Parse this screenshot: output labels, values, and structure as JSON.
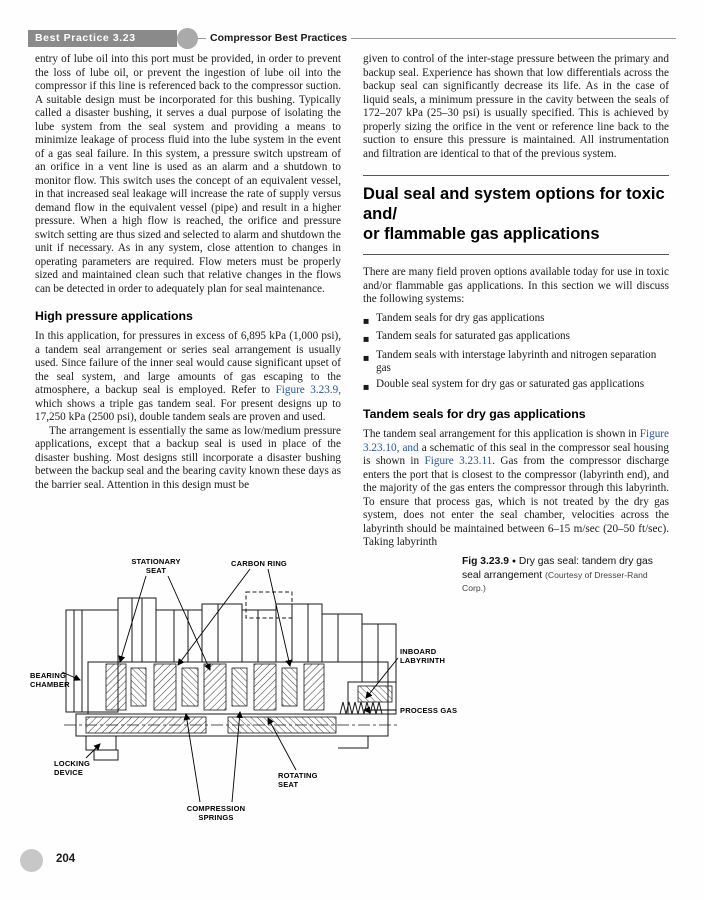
{
  "header": {
    "badge": "Best Practice 3.23",
    "title": "Compressor Best Practices"
  },
  "page_number": "204",
  "colors": {
    "header_bar": "#8a8a8a",
    "link_blue": "#2456a4"
  },
  "left": {
    "para1": "entry of lube oil into this port must be provided, in order to prevent the loss of lube oil, or prevent the ingestion of lube oil into the compressor if this line is referenced back to the compressor suction. A suitable design must be incorporated for this bushing. Typically called a disaster bushing, it serves a dual purpose of isolating the lube system from the seal system and providing a means to minimize leakage of process fluid into the lube system in the event of a gas seal failure. In this system, a pressure switch upstream of an orifice in a vent line is used as an alarm and a shutdown to monitor flow. This switch uses the concept of an equivalent vessel, in that increased seal leakage will increase the rate of supply versus demand flow in the equivalent vessel (pipe) and result in a higher pressure. When a high flow is reached, the orifice and pressure switch setting are thus sized and selected to alarm and shutdown the unit if necessary. As in any system, close attention to changes in operating parameters are required. Flow meters must be properly sized and maintained clean such that relative changes in the flows can be detected in order to adequately plan for seal maintenance.",
    "heading": "High pressure applications",
    "para2": {
      "seg1": "In this application, for pressures in excess of 6,895 kPa (1,000 psi), a tandem seal arrangement or series seal arrangement is usually used. Since failure of the inner seal would cause significant upset of the seal system, and large amounts of gas escaping to the atmosphere, a backup seal is employed. Refer to ",
      "link1": "Figure 3.23.9,",
      "seg2": " which shows a triple gas tandem seal. For present designs up to 17,250 kPa (2500 psi), double tandem seals are proven and used."
    },
    "para3": "The arrangement is essentially the same as low/medium pressure applications, except that a backup seal is used in place of the disaster bushing. Most designs still incorporate a disaster bushing between the backup seal and the bearing cavity known these days as the barrier seal. Attention in this design must be"
  },
  "right": {
    "para1": "given to control of the inter-stage pressure between the primary and backup seal. Experience has shown that low differentials across the backup seal can significantly decrease its life. As in the case of liquid seals, a minimum pressure in the cavity between the seals of 172–207 kPa (25–30 psi) is usually specified. This is achieved by properly sizing the orifice in the vent or reference line back to the suction to ensure this pressure is maintained. All instrumentation and filtration are identical to that of the previous system.",
    "section_heading_line1": "Dual seal and system options for toxic and/",
    "section_heading_line2": "or flammable gas applications",
    "para2": "There are many field proven options available today for use in toxic and/or flammable gas applications. In this section we will discuss the following systems:",
    "bullet_char": "■",
    "bullets": [
      "Tandem seals for dry gas applications",
      "Tandem seals for saturated gas applications",
      "Tandem seals with interstage labyrinth and nitrogen separation gas",
      "Double seal system for dry gas or saturated gas applications"
    ],
    "heading2": "Tandem seals for dry gas applications",
    "para3": {
      "seg1": "The tandem seal arrangement for this application is shown in ",
      "link1": "Figure 3.23.10, and",
      "seg2": " a schematic of this seal in the compressor seal housing is shown in ",
      "link2": "Figure 3.23.11",
      "seg3": ". Gas from the compressor discharge enters the port that is closest to the compressor (labyrinth end), and the majority of the gas enters the compressor through this labyrinth. To ensure that process gas, which is not treated by the dry gas system, does not enter the seal chamber, velocities across the labyrinth should be maintained between 6–15 m/sec (20–50 ft/sec). Taking labyrinth"
    }
  },
  "figure": {
    "caption_label": "Fig 3.23.9",
    "caption_separator": "●",
    "caption_text": "Dry gas seal: tandem dry gas seal arrangement",
    "caption_courtesy": "(Courtesy of Dresser-Rand Corp.)",
    "labels": {
      "stationary_seat": [
        "STATIONARY",
        "SEAT"
      ],
      "carbon_ring": [
        "CARBON RING"
      ],
      "inboard_labyrinth": [
        "INBOARD",
        "LABYRINTH"
      ],
      "process_gas": [
        "PROCESS GAS"
      ],
      "bearing_chamber": [
        "BEARING",
        "CHAMBER"
      ],
      "locking_device": [
        "LOCKING",
        "DEVICE"
      ],
      "compression_springs": [
        "COMPRESSION",
        "SPRINGS"
      ],
      "rotating_seat": [
        "ROTATING",
        "SEAT"
      ]
    }
  }
}
